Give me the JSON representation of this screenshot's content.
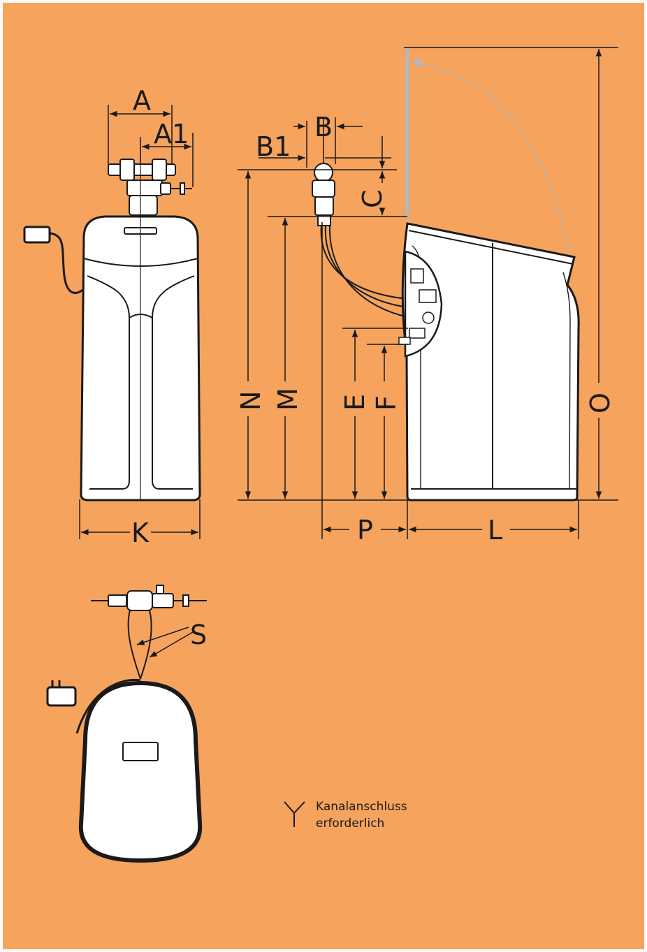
{
  "colors": {
    "background": "#f5a35d",
    "outline": "#1a1a1a",
    "body": "#ffffff",
    "lid_arc": "#b7b7b7"
  },
  "dimensions": {
    "A": "A",
    "A1": "A1",
    "B": "B",
    "B1": "B1",
    "C": "C",
    "N": "N",
    "M": "M",
    "E": "E",
    "F": "F",
    "O": "O",
    "K": "K",
    "P": "P",
    "L": "L",
    "S": "S"
  },
  "legend": {
    "icon": "drain-y-symbol-icon",
    "line1": "Kanalanschluss",
    "line2": "erforderlich"
  }
}
